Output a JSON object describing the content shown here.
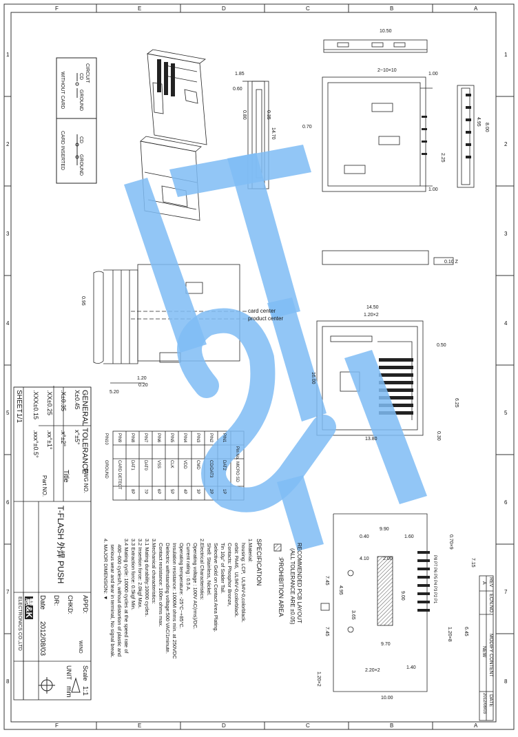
{
  "frame": {
    "col_letters": [
      "F",
      "E",
      "D",
      "C",
      "B",
      "A"
    ],
    "row_numbers": [
      "1",
      "2",
      "3",
      "4",
      "5",
      "6",
      "7",
      "8"
    ]
  },
  "circuit": {
    "title": "CIRCUIT",
    "without_card": "WITHOUT CARD",
    "card_inserted": "CARD INSERTED",
    "cd": "CD",
    "ground": "GROUND"
  },
  "dims": {
    "d10_50": "10.50",
    "d2_10x10": "2~10×10",
    "d1_00a": "1.00",
    "d1_00b": "1.00",
    "d0_70": "0.70",
    "d1_85": "1.85",
    "d0_60": "0.60",
    "d0_80": "0.80",
    "d14_70": "14.70",
    "d0_35": "0.35",
    "d8_00": "8.00",
    "d4_95": "4.95",
    "d14_50": "14.50",
    "d1_20x2": "1.20×2",
    "d0_50": "0.50",
    "d16_00": "16.00",
    "d13_80": "13.80",
    "d0_30": "0.30",
    "d6_25": "6.25",
    "d2_25": "2.25",
    "d5_20": "5.20",
    "d1_20": "1.20",
    "d0_20": "0.20",
    "d0_95": "0.95",
    "d0_10_2": "0.10 Z",
    "card_center": "card center",
    "product_center": "product center"
  },
  "pcb": {
    "title": "RECOMMENDED PCB LAYOUT",
    "tol": "(ALL TOLERANCE ARE ±0.05)",
    "prohibition": ":PROHIBITION  AREA",
    "d9_90": "9.90",
    "d1_60": "1.60",
    "d0_40": "0.40",
    "d4_10": "4.10",
    "d2_00": "2.00",
    "d7_45a": "7.45",
    "d4_95": "4.95",
    "d9_00": "9.00",
    "d3_65": "3.65",
    "d7_45b": "7.45",
    "d9_70": "9.70",
    "d10_00": "10.00",
    "d1_40": "1.40",
    "d2_20x2": "2.20×2",
    "d6_45": "6.45",
    "d1_20x8": "1.20×8",
    "d1_20x2": "1.20×2",
    "d0_70x9": "0.70×9",
    "d7_15": "7.15",
    "pins": "P8 P7 P6 P5 P4 P3 P2 P1"
  },
  "spec": {
    "title": "SPECIFICATION",
    "lines": [
      "1.Material:",
      "   housing: LCP,  UL94V-0,colorblack.",
      "   orbit: PA46,  UL94V-0,colorblack.",
      "   Contacts: Phosphor Bronze,",
      "   Tin 10µ\" of Solder Tail.",
      "   Selective Gold on Contact Area Plating.",
      "   Shell: Stainless, Nickel.",
      "2.Electrical Characteristics:",
      "   Operating voltage : 100V AC(rms)/DC.",
      "   Current rating : 0.5 A.",
      "   Operating temperature: -25°C~+85°C.",
      "   Insulation resistance: 1000M ohms min. at 250VDC",
      "   Dielectric withstanding voltage:500 VAC/1minute.",
      "   Contact resistance: 100m ohms max.",
      "3.Mechanical characteristics:",
      "3.1 Mating durability:10000 cycles.",
      "3.2 Insertion force: 2.0kgf Max.",
      "3.3 Extraction force: 0.5kgf Min.",
      "3.4 Mating cycle: 10000 cycles at the speed rate of",
      "    400~600 cycles/h, without distortion of plastic and",
      "    serious wear and tear in terminal, No signal break.",
      "4. MAJOR DIMENSION: ▼"
    ]
  },
  "pin_table": {
    "headers": [
      "Pin No.",
      "MICRO SD"
    ],
    "rows": [
      [
        "PIN1",
        "DAT2",
        "1P"
      ],
      [
        "PIN2",
        "CD/DAT3",
        "2P"
      ],
      [
        "PIN3",
        "CMD",
        "3P"
      ],
      [
        "PIN4",
        "VDD",
        "4P"
      ],
      [
        "PIN5",
        "CLK",
        "5P"
      ],
      [
        "PIN6",
        "VSS",
        "6P"
      ],
      [
        "PIN7",
        "DAT0",
        "7P"
      ],
      [
        "PIN8",
        "DAT1",
        "8P"
      ],
      [
        "PIN9",
        "CARD DETECT",
        ""
      ],
      [
        "PIN10",
        "GROUND",
        ""
      ]
    ]
  },
  "title_block": {
    "general_tolerance": "GENERAL TOLERANCE",
    "dwg_no": "DWG NO.",
    "tol_rows": [
      [
        "X±0.45",
        "x°±5°"
      ],
      [
        ".X±0.35",
        ".x°±2°"
      ],
      [
        ".XX±0.25",
        ".xx°±1°"
      ],
      [
        ".XXX±0.15",
        ".xxx°±0.5°"
      ]
    ],
    "sheet": "SHEET",
    "sheet_val": "1/1",
    "title_label": "Title",
    "title_value": "T-FLASH 外焊 PUSH",
    "part_no": "Part NO.",
    "appd": "APPD:",
    "chkd": "CHKD:",
    "dr": "DR:",
    "dr_val": "WIND",
    "date_label": "Date",
    "date_val": "2012/08/03",
    "scale": "Scale",
    "scale_val": "1:1",
    "unit": "UNIT",
    "unit_val": "mm",
    "company": "慧&K",
    "company_sub": "ELECTRONICS CO.,LTD"
  },
  "rev_block": {
    "headers": [
      "REV",
      "ECN.NO.",
      "MODIFY CONTENT",
      "DATE"
    ],
    "row": [
      "A",
      "",
      "NEW",
      "2012/08/03"
    ]
  },
  "colors": {
    "watermark": "#7fbcf4",
    "line": "#222222"
  }
}
